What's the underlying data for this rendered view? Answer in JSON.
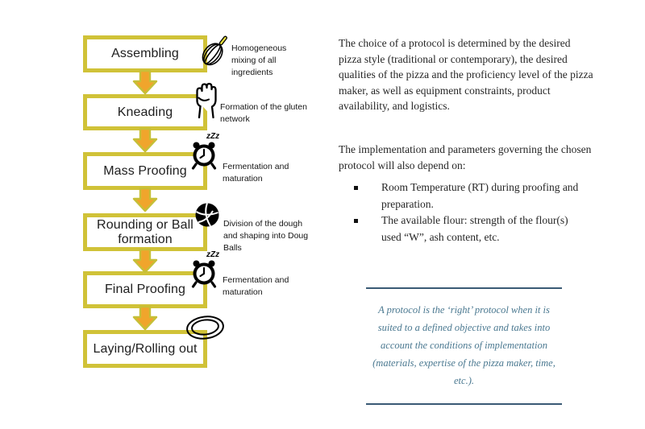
{
  "colors": {
    "box_border": "#d0c238",
    "arrow_fill": "#f0a52c",
    "arrow_outline": "#c6bf37",
    "quote_text": "#4a7890",
    "quote_rule": "#3a5a75"
  },
  "flow": {
    "sleep_text": "zZz",
    "steps": [
      {
        "label": "Assembling",
        "icon": "whisk-icon",
        "desc": "Homogeneous mixing of all ingredients"
      },
      {
        "label": "Kneading",
        "icon": "fist-icon",
        "desc": "Formation of the gluten network"
      },
      {
        "label": "Mass Proofing",
        "icon": "alarm-clock-icon",
        "desc": "Fermentation and maturation"
      },
      {
        "label": "Rounding or Ball formation",
        "icon": "volleyball-icon",
        "desc": "Division of the dough and shaping into Doug Balls"
      },
      {
        "label": "Final Proofing",
        "icon": "alarm-clock-icon",
        "desc": "Fermentation and maturation"
      },
      {
        "label": "Laying/Rolling out",
        "icon": "rolled-dough-icon",
        "desc": ""
      }
    ]
  },
  "main": {
    "paragraph1": "The choice of a protocol is determined by the desired pizza style (traditional or contemporary), the desired qualities of the pizza and the proficiency level of the pizza maker, as well as equipment constraints, product availability, and logistics.",
    "paragraph2": "The implementation and parameters governing the chosen protocol will also depend on:",
    "bullets": [
      "Room Temperature (RT) during proofing and preparation.",
      "The available flour: strength of the flour(s) used “W”, ash content, etc."
    ],
    "quote": "A protocol is the ‘right’ protocol when it is suited to a defined objective and takes into account the conditions of implementation (materials, expertise of the pizza maker, time, etc.)."
  }
}
